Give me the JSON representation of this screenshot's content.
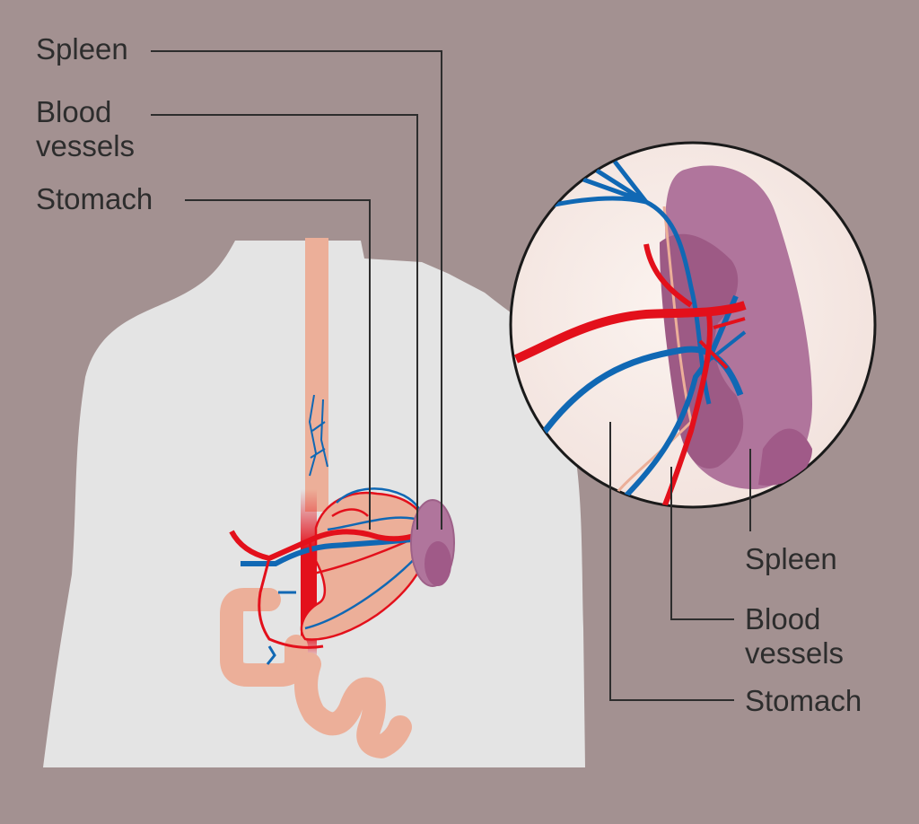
{
  "left_labels": {
    "spleen": "Spleen",
    "blood_vessels": "Blood\nvessels",
    "stomach": "Stomach"
  },
  "right_labels": {
    "spleen": "Spleen",
    "blood_vessels": "Blood\nvessels",
    "stomach": "Stomach"
  },
  "colors": {
    "background": "#a39191",
    "body": "#e4e4e4",
    "stomach": "#ecaf99",
    "artery": "#e3101b",
    "vein": "#1068b4",
    "spleen": "#b0759c",
    "leader_line": "#2d2d2d"
  }
}
